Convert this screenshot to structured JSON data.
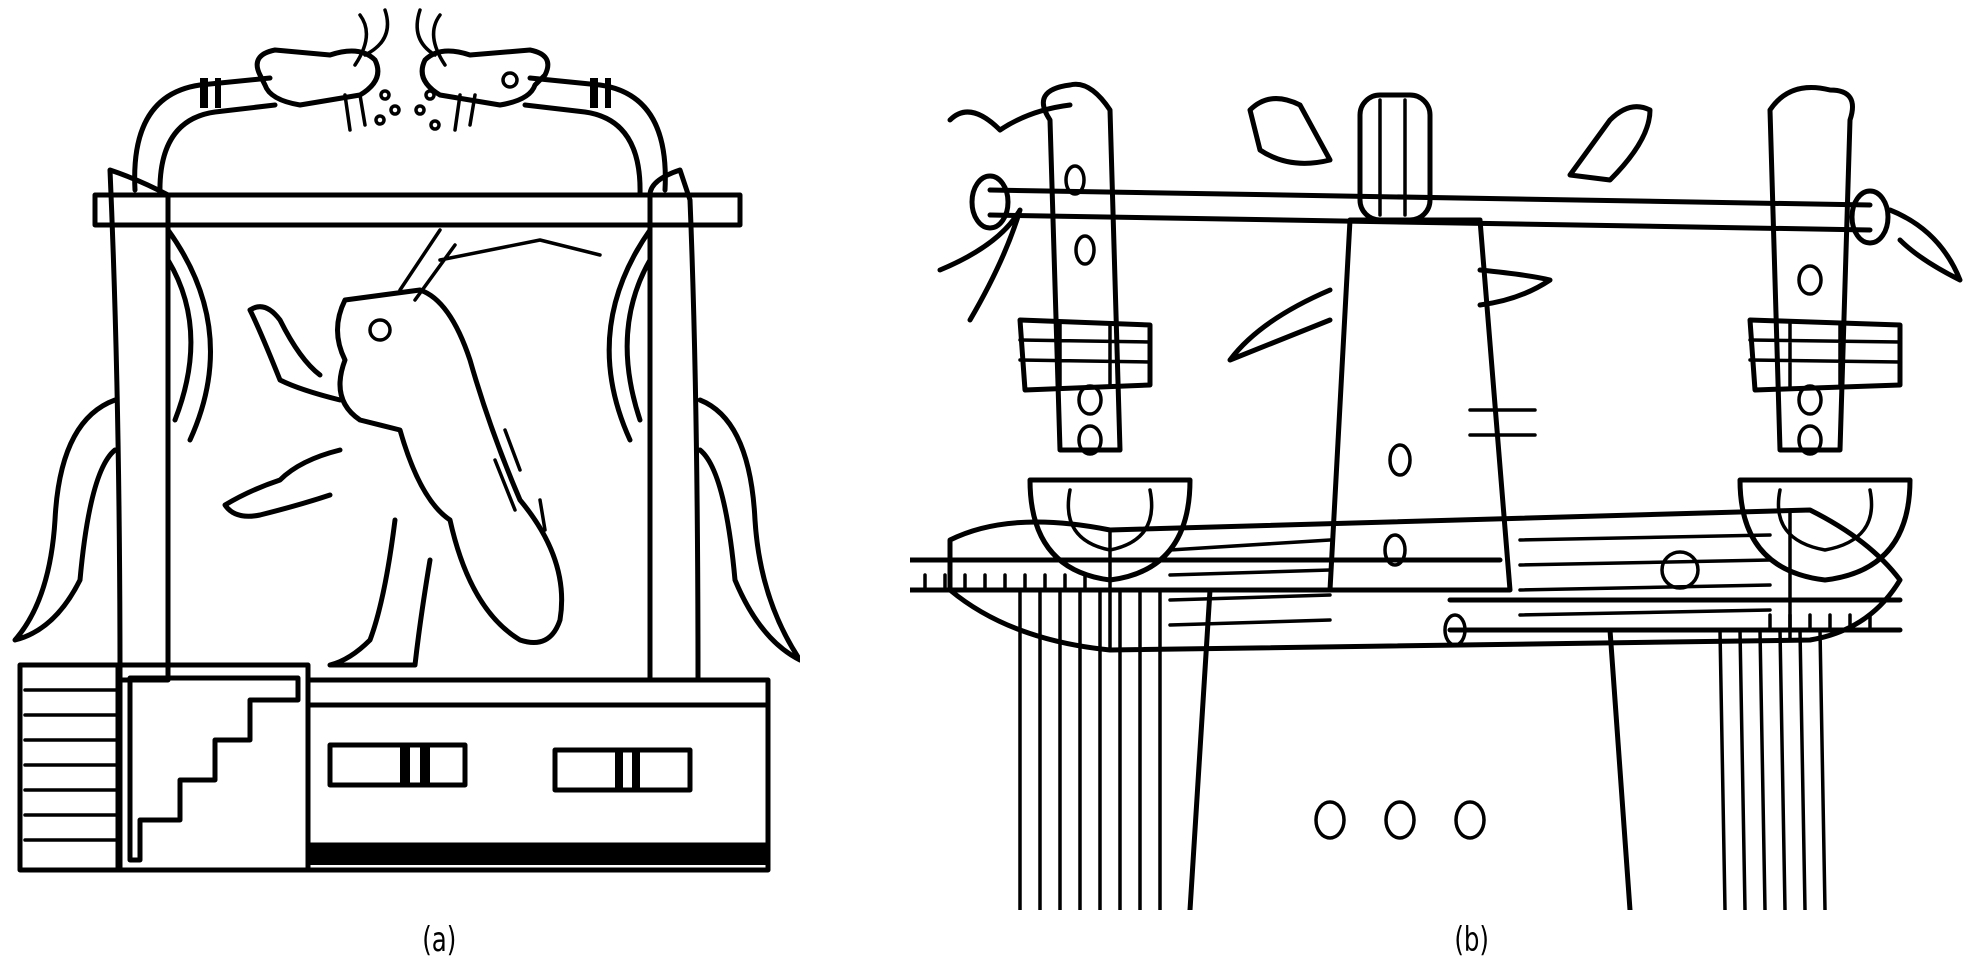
{
  "figure": {
    "panels": [
      {
        "id": "a",
        "caption": "(a)",
        "subject": "temple-with-serpent-arch-and-kneeling-figure"
      },
      {
        "id": "b",
        "caption": "(b)",
        "subject": "drum-with-serpent-bar-and-figure"
      }
    ],
    "colors": {
      "ink": "#000000",
      "paper": "#ffffff"
    }
  }
}
